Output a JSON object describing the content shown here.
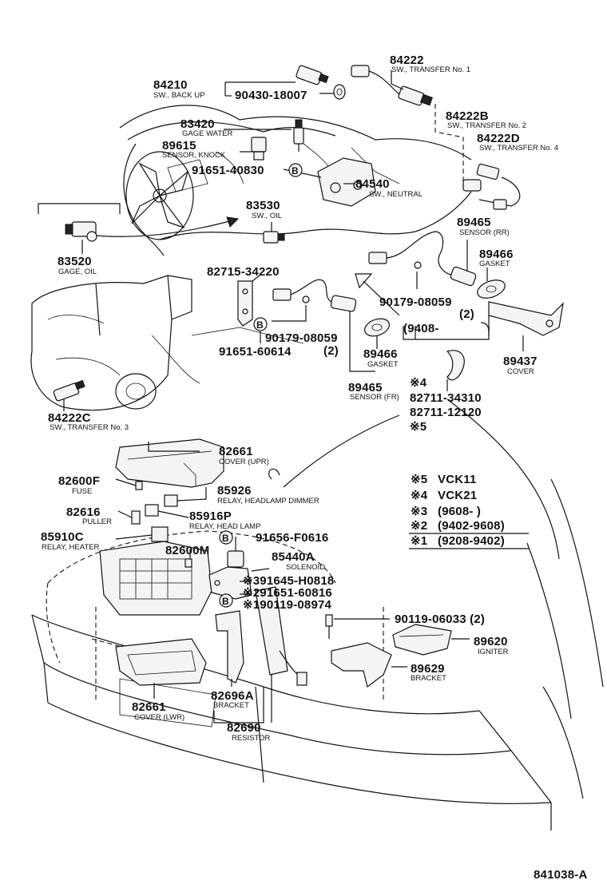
{
  "parts": {
    "p84222": {
      "number": "84222",
      "name": "SW., TRANSFER No. 1"
    },
    "p84210": {
      "number": "84210",
      "name": "SW., BACK UP"
    },
    "p90430": {
      "number": "90430-18007"
    },
    "p83420": {
      "number": "83420",
      "name": "GAGE WATER"
    },
    "p84222B": {
      "number": "84222B",
      "name": "SW., TRANSFER No. 2"
    },
    "p89615": {
      "number": "89615",
      "name": "SENSOR, KNOCK"
    },
    "p84222D": {
      "number": "84222D",
      "name": "SW., TRANSFER No. 4"
    },
    "p91651_40830": {
      "number": "91651-40830",
      "marker": "B"
    },
    "p84540": {
      "number": "84540",
      "name": "SW., NEUTRAL"
    },
    "p83530": {
      "number": "83530",
      "name": "SW., OIL"
    },
    "p89465rr": {
      "number": "89465",
      "name": "SENSOR (RR)"
    },
    "p83520": {
      "number": "83520",
      "name": "GAGE, OIL"
    },
    "p89466a": {
      "number": "89466",
      "name": "GASKET"
    },
    "p82715": {
      "number": "82715-34220"
    },
    "p90179a": {
      "number": "90179-08059",
      "qty": "(2)"
    },
    "p90179b": {
      "number": "90179-08059",
      "qty": "(2)",
      "marker": "B"
    },
    "p9408": {
      "text": "(9408-"
    },
    "p91651_60614": {
      "number": "91651-60614"
    },
    "p89466b": {
      "number": "89466",
      "name": "GASKET"
    },
    "p89437": {
      "number": "89437",
      "name": "COVER"
    },
    "p89465fr": {
      "number": "89465",
      "name": "SENSOR (FR)"
    },
    "p82711": {
      "mark": "※4",
      "number1": "82711-34310",
      "number2": "82711-12120",
      "mark2": "※5"
    },
    "p84222C": {
      "number": "84222C",
      "name": "SW., TRANSFER No. 3"
    },
    "p82661u": {
      "number": "82661",
      "name": "COVER (UPR)"
    },
    "p82600F": {
      "number": "82600F",
      "name": "FUSE"
    },
    "p85926": {
      "number": "85926",
      "name": "RELAY, HEADLAMP DIMMER"
    },
    "p82616": {
      "number": "82616",
      "name": "PULLER"
    },
    "p85916P": {
      "number": "85916P",
      "name": "RELAY, HEAD LAMP"
    },
    "p85910C": {
      "number": "85910C",
      "name": "RELAY, HEATER"
    },
    "p91656": {
      "number": "91656-F0616",
      "marker": "B"
    },
    "p82600M": {
      "number": "82600M"
    },
    "p85440A": {
      "number": "85440A",
      "name": "SOLENOID"
    },
    "p391645": {
      "number": "※391645-H0818"
    },
    "p291651": {
      "number": "※291651-60816"
    },
    "p190119": {
      "number": "※190119-08974",
      "marker": "B"
    },
    "p90119": {
      "number": "90119-06033 (2)"
    },
    "p89620": {
      "number": "89620",
      "name": "IGNITER"
    },
    "p89629": {
      "number": "89629",
      "name": "BRACKET"
    },
    "p82696A": {
      "number": "82696A",
      "name": "BRACKET"
    },
    "p82661l": {
      "number": "82661",
      "name": "COVER (LWR)"
    },
    "p82690": {
      "number": "82690",
      "name": "RESISTOR"
    }
  },
  "legend": [
    {
      "mark": "※5",
      "text": "VCK11"
    },
    {
      "mark": "※4",
      "text": "VCK21"
    },
    {
      "mark": "※3",
      "text": "(9608-          )"
    },
    {
      "mark": "※2",
      "text": "(9402-9608)"
    },
    {
      "mark": "※1",
      "text": "(9208-9402)"
    }
  ],
  "diagram_id": "841038-A"
}
